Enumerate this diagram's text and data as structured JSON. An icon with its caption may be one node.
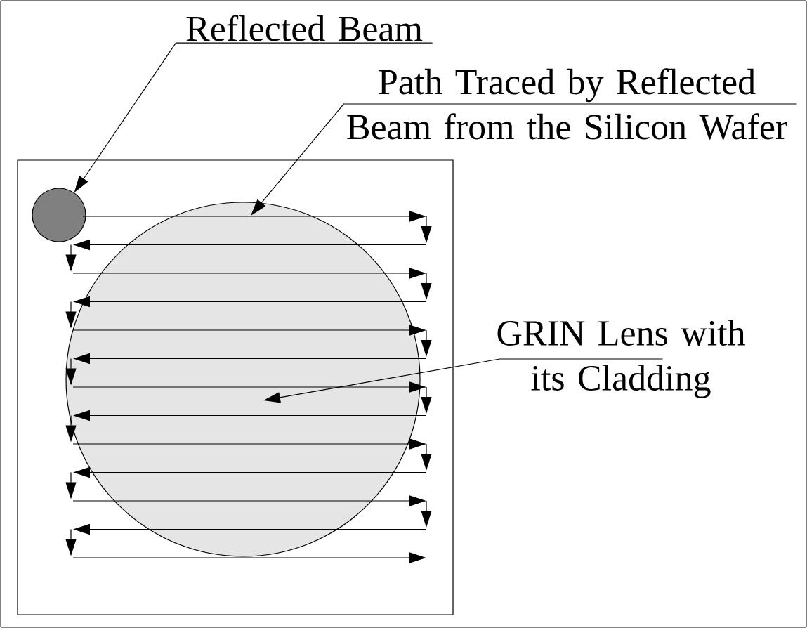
{
  "diagram": {
    "nodes": [
      {
        "text": [
          "Reflected Beam"
        ]
      },
      {
        "text": [],
        "shape": "circle"
      },
      {
        "text": [
          "Path Traced by Reflected Beam from the Silicon Wafer"
        ]
      },
      {
        "text": [],
        "shape": "circle"
      },
      {
        "text": [
          "GRIN Lens with its Cladding"
        ]
      }
    ],
    "edges": [
      {
        "from": 0,
        "to": 1,
        "arrow": "to"
      },
      {
        "from": 2,
        "to": 3,
        "arrow": "to"
      },
      {
        "from": 4,
        "to": 3,
        "arrow": "to"
      }
    ]
  }
}
